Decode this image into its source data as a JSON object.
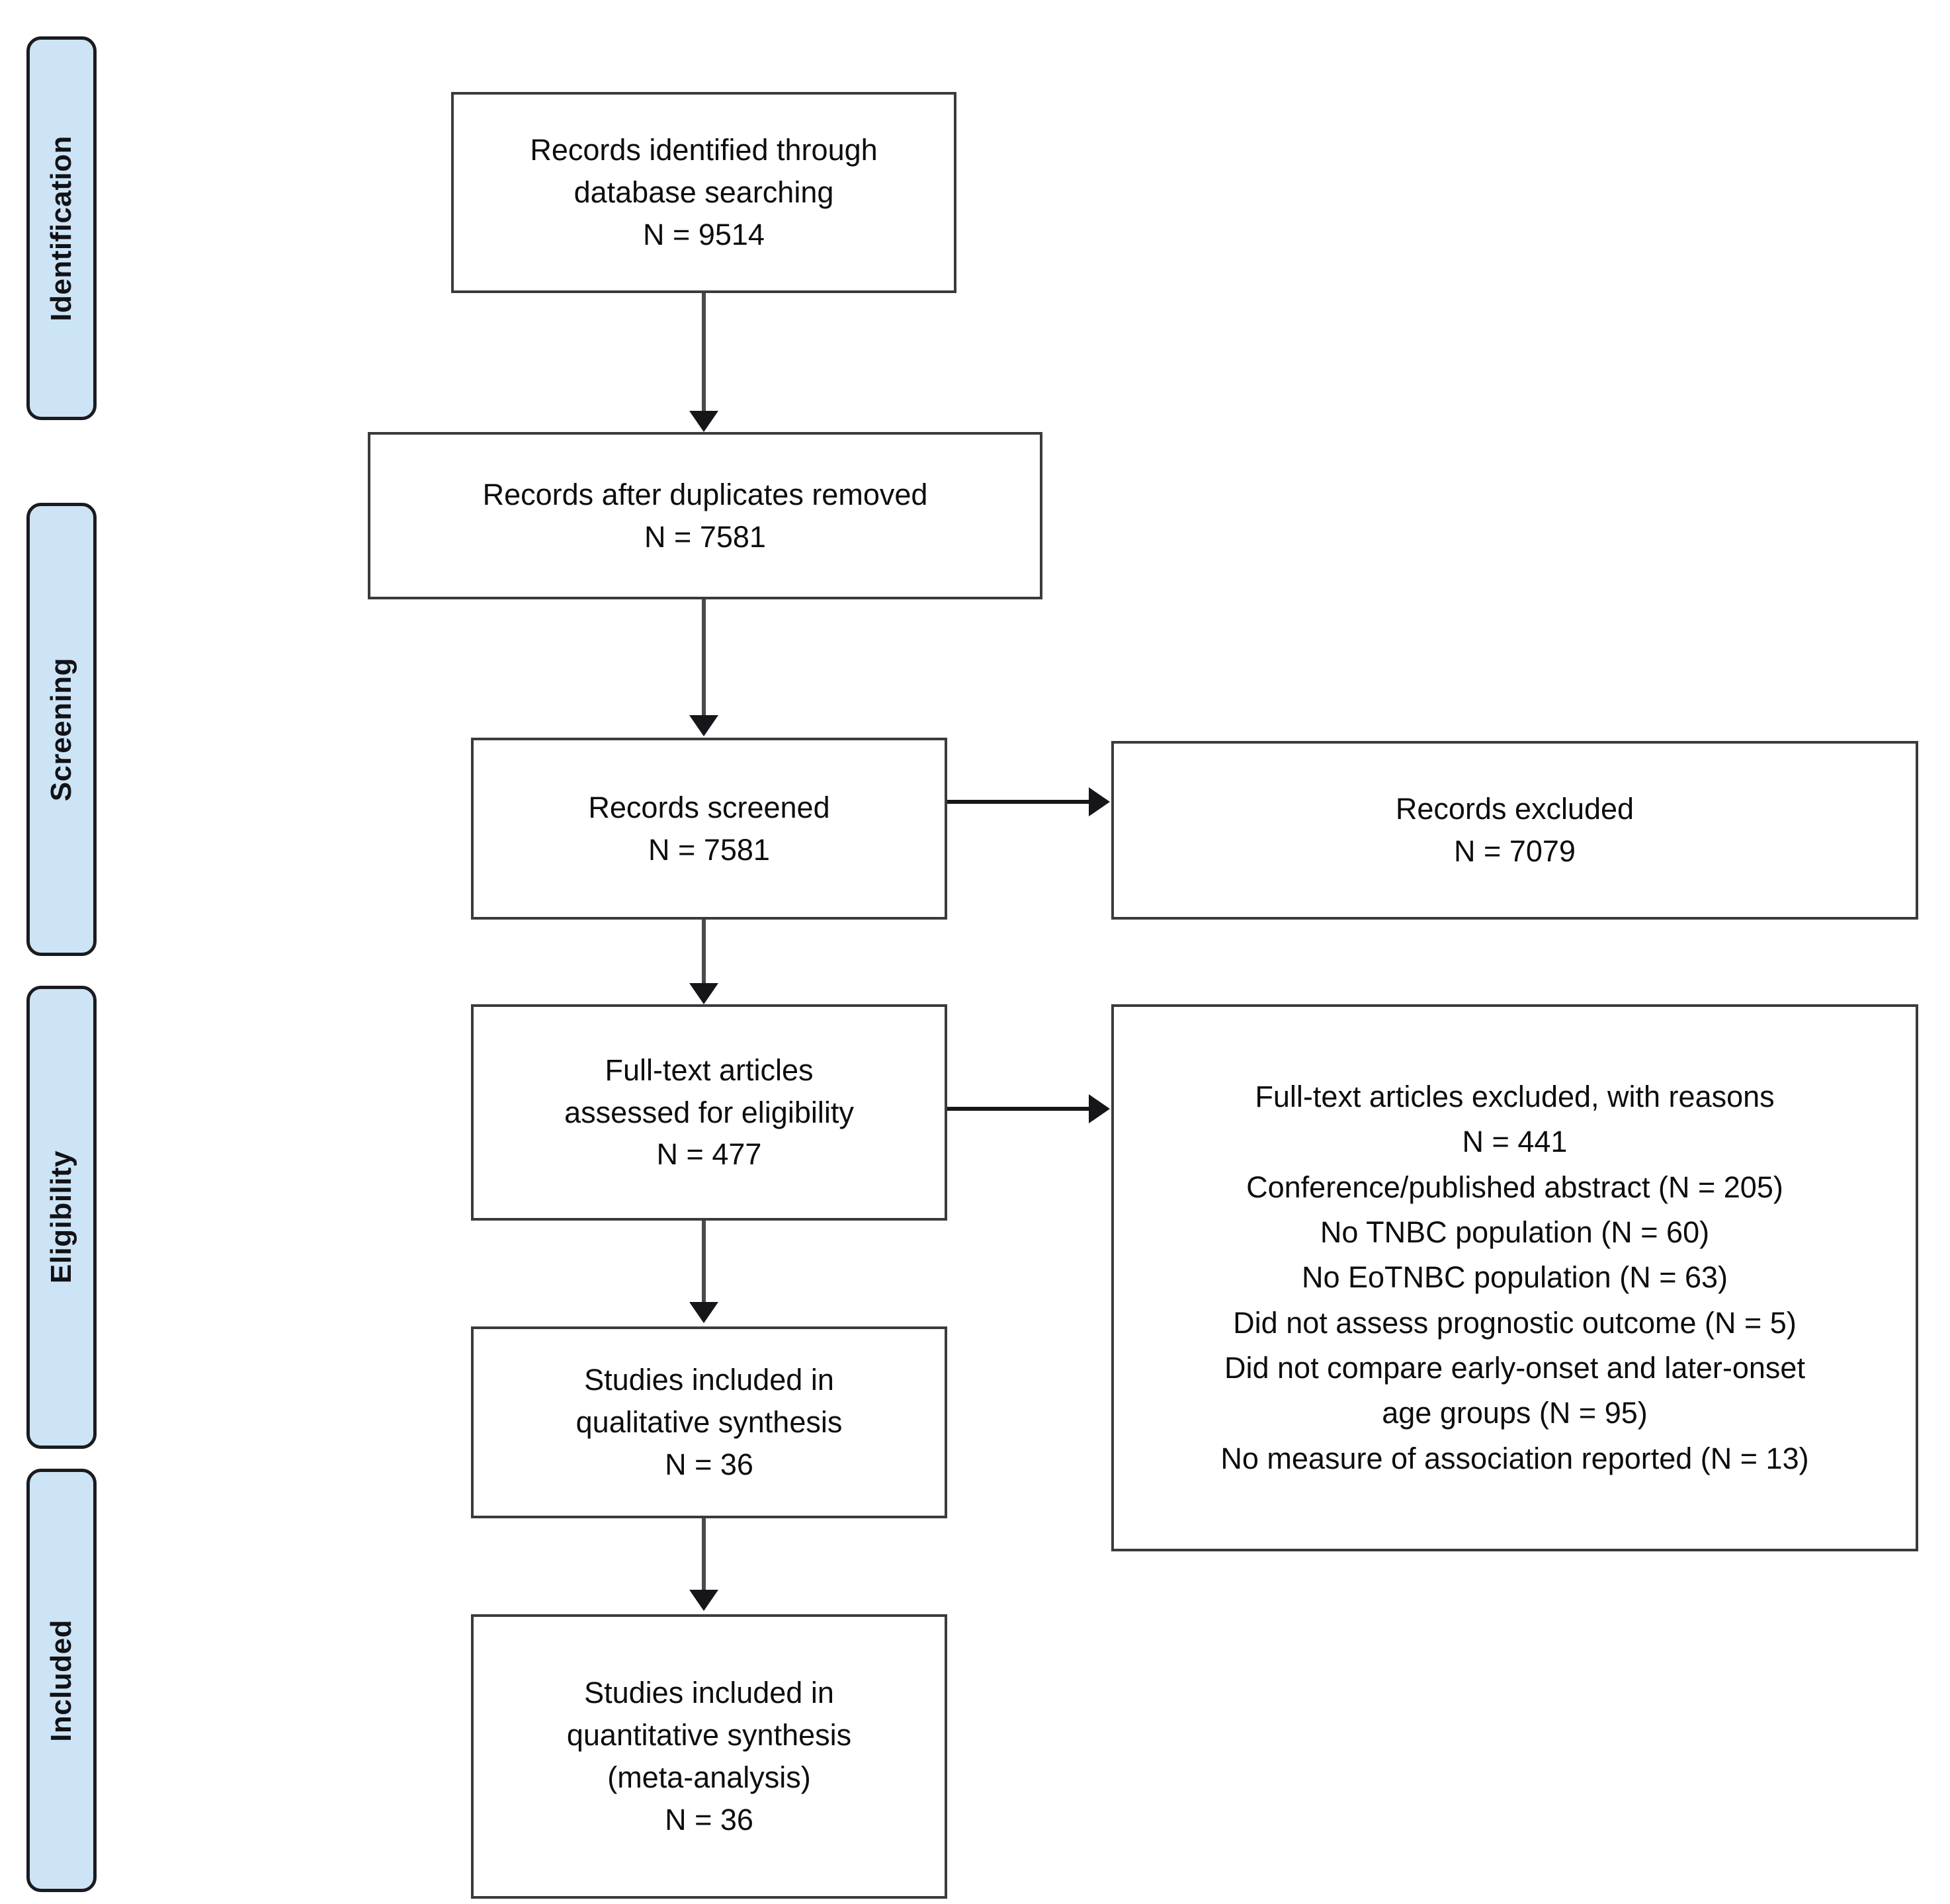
{
  "diagram": {
    "type": "prisma-flow-diagram",
    "accent_color": "#cce4f5",
    "border_color": "#3b3b3f",
    "text_color": "#0d0d10"
  },
  "stages": [
    {
      "id": "identification",
      "label": "Identification"
    },
    {
      "id": "screening",
      "label": "Screening"
    },
    {
      "id": "eligibility",
      "label": "Eligibility"
    },
    {
      "id": "included",
      "label": "Included"
    }
  ],
  "boxes": {
    "identified": {
      "text": "Records identified through\ndatabase searching\nN = 9514",
      "count": 9514
    },
    "duplicates": {
      "text": "Records after duplicates removed\nN = 7581",
      "count": 7581
    },
    "screened": {
      "text": "Records screened\nN = 7581",
      "count": 7581
    },
    "excluded": {
      "text": "Records excluded\nN = 7079",
      "count": 7079
    },
    "fulltext": {
      "text": "Full-text articles\nassessed for eligibility\nN = 477",
      "count": 477
    },
    "reasons": {
      "text": "Full-text articles excluded, with reasons\nN = 441\nConference/published abstract (N = 205)\nNo TNBC population (N = 60)\nNo EoTNBC population (N = 63)\nDid not assess prognostic outcome (N = 5)\nDid not compare early-onset and later-onset\nage groups (N = 95)\nNo measure of association reported (N = 13)",
      "count": 441,
      "reason_items": [
        {
          "label": "Conference/published abstract",
          "count": 205
        },
        {
          "label": "No TNBC population",
          "count": 60
        },
        {
          "label": "No EoTNBC population",
          "count": 63
        },
        {
          "label": "Did not assess prognostic outcome",
          "count": 5
        },
        {
          "label": "Did not compare early-onset and later-onset age groups",
          "count": 95
        },
        {
          "label": "No measure of association reported",
          "count": 13
        }
      ]
    },
    "qualitative": {
      "text": "Studies included in\nqualitative synthesis\nN = 36",
      "count": 36
    },
    "quantitative": {
      "text": "Studies included in\nquantitative synthesis\n(meta-analysis)\nN = 36",
      "count": 36
    }
  }
}
